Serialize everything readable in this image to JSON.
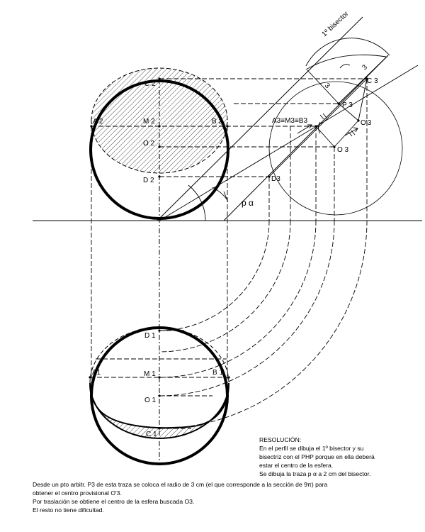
{
  "labels": {
    "bisector": "1º bisector",
    "C2": "C 2",
    "A2": "A 2",
    "M2": "M 2",
    "B2": "B 2",
    "O2": "O 2",
    "D2": "D 2",
    "A3M3B3": "A3≡M3≡B3",
    "C3": "C 3",
    "P3": "P 3",
    "O3prime": "O'3",
    "O3": "O 3",
    "D3": "D3",
    "palpha": "p α",
    "num3": "3",
    "num3b": "3",
    "D1": "D 1",
    "A1": "A1",
    "M1": "M 1",
    "B1": "B 1",
    "O1": "O 1",
    "C1": "C 1"
  },
  "notes": {
    "right": [
      "RESOLUCIÓN:",
      "En el perfil se dibuja el 1º bisector y su",
      "bisectriz con el PHP porque en ella deberá",
      "estar el centro de la esfera.",
      "Se dibuja la traza  p α  a 2 cm del bisector."
    ],
    "left": [
      "Desde un pto arbitr. P3 de esta traza se coloca el radio de 3 cm (el que corresponde a la sección de 9π) para",
      "obtener el centro provisional  O'3.",
      "Por traslación se obtiene el centro de la esfera buscada O3.",
      "El resto no tiene dificultad."
    ]
  }
}
